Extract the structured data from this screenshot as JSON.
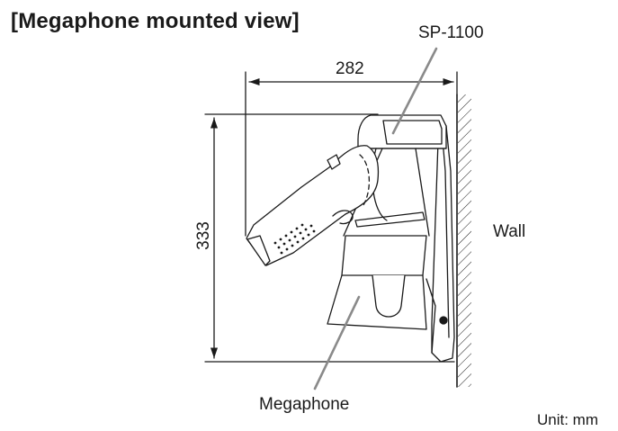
{
  "title": "[Megaphone mounted view]",
  "labels": {
    "product": "SP-1100",
    "width": "282",
    "height": "333",
    "wall": "Wall",
    "megaphone": "Megaphone",
    "unit": "Unit: mm"
  }
}
